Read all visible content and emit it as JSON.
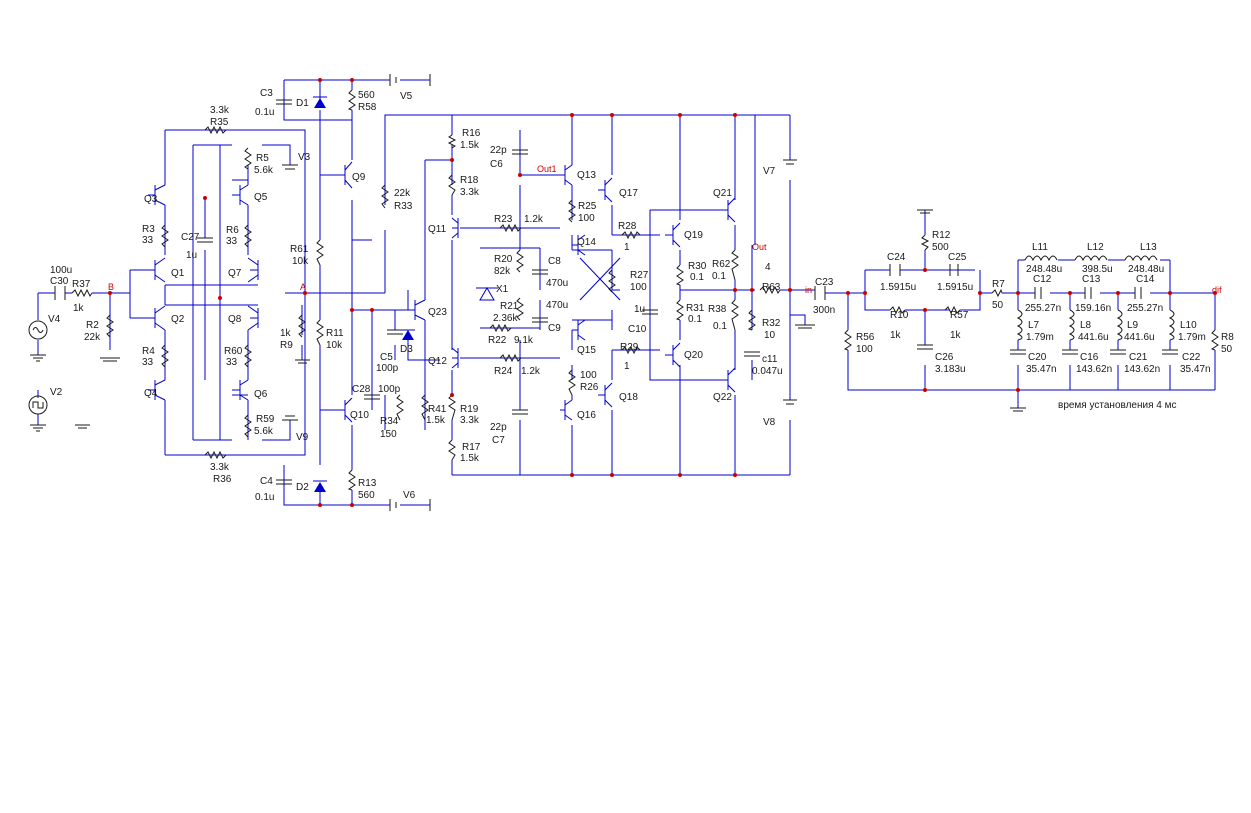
{
  "colors": {
    "wire": "#0000cc",
    "junction": "#cc0000",
    "text": "#1a1a1a",
    "background": "#ffffff"
  },
  "net_labels": {
    "b": "B",
    "a": "A",
    "out1": "Out1",
    "out": "Out",
    "in": "in",
    "dif": "dif"
  },
  "note": "время установления 4 мс",
  "sources": {
    "v4": "V4",
    "v2": "V2",
    "v3": "V3",
    "v9": "V9",
    "v5": "V5",
    "v6": "V6",
    "v7": "V7",
    "v8": "V8"
  },
  "transistors": {
    "q1": "Q1",
    "q2": "Q2",
    "q3": "Q3",
    "q4": "Q4",
    "q5": "Q5",
    "q6": "Q6",
    "q7": "Q7",
    "q8": "Q8",
    "q9": "Q9",
    "q10": "Q10",
    "q11": "Q11",
    "q12": "Q12",
    "q13": "Q13",
    "q14": "Q14",
    "q15": "Q15",
    "q16": "Q16",
    "q17": "Q17",
    "q18": "Q18",
    "q19": "Q19",
    "q20": "Q20",
    "q21": "Q21",
    "q22": "Q22",
    "q23": "Q23"
  },
  "diodes": {
    "d1": "D1",
    "d2": "D2",
    "d3": "D3",
    "x1": "X1"
  },
  "resistors": {
    "r37": {
      "name": "R37",
      "value": "1k"
    },
    "r2": {
      "name": "R2",
      "value": "22k"
    },
    "r35": {
      "name": "R35",
      "value": "3.3k"
    },
    "r36": {
      "name": "R36",
      "value": "3.3k"
    },
    "r3": {
      "name": "R3",
      "value": "33"
    },
    "r4": {
      "name": "R4",
      "value": "33"
    },
    "r5": {
      "name": "R5",
      "value": "5.6k"
    },
    "r6": {
      "name": "R6",
      "value": "33"
    },
    "r60": {
      "name": "R60",
      "value": "33"
    },
    "r59": {
      "name": "R59",
      "value": "5.6k"
    },
    "r58": {
      "name": "R58",
      "value": "560"
    },
    "r13": {
      "name": "R13",
      "value": "560"
    },
    "r61": {
      "name": "R61",
      "value": "10k"
    },
    "r11": {
      "name": "R11",
      "value": "10k"
    },
    "r9": {
      "name": "R9",
      "value": "1k"
    },
    "r33": {
      "name": "R33",
      "value": "22k"
    },
    "r34": {
      "name": "R34",
      "value": "150"
    },
    "r41": {
      "name": "R41",
      "value": "1.5k"
    },
    "r16": {
      "name": "R16",
      "value": "1.5k"
    },
    "r18": {
      "name": "R18",
      "value": "3.3k"
    },
    "r19": {
      "name": "R19",
      "value": "3.3k"
    },
    "r17": {
      "name": "R17",
      "value": "1.5k"
    },
    "r23": {
      "name": "R23",
      "value": "1.2k"
    },
    "r24": {
      "name": "R24",
      "value": "1.2k"
    },
    "r20": {
      "name": "R20",
      "value": "82k"
    },
    "r21": {
      "name": "R21",
      "value": "2.36k"
    },
    "r22": {
      "name": "R22",
      "value": "9.1k"
    },
    "r25": {
      "name": "R25",
      "value": "100"
    },
    "r26": {
      "name": "R26",
      "value": "100"
    },
    "r27": {
      "name": "R27",
      "value": "100"
    },
    "r28": {
      "name": "R28",
      "value": "1"
    },
    "r29": {
      "name": "R29",
      "value": "1"
    },
    "r30": {
      "name": "R30",
      "value": "0.1"
    },
    "r31": {
      "name": "R31",
      "value": "0.1"
    },
    "r62": {
      "name": "R62",
      "value": "0.1"
    },
    "r38": {
      "name": "R38",
      "value": "0.1"
    },
    "r32": {
      "name": "R32",
      "value": "10"
    },
    "r63": {
      "name": "R63",
      "value": "4"
    },
    "r56": {
      "name": "R56",
      "value": "100"
    },
    "r12": {
      "name": "R12",
      "value": "500"
    },
    "r10": {
      "name": "R10",
      "value": "1k"
    },
    "r57": {
      "name": "R57",
      "value": "1k"
    },
    "r7": {
      "name": "R7",
      "value": "50"
    },
    "r8": {
      "name": "R8",
      "value": "50"
    }
  },
  "capacitors": {
    "c30": {
      "name": "C30",
      "value": "100u"
    },
    "c3": {
      "name": "C3",
      "value": "0.1u"
    },
    "c4": {
      "name": "C4",
      "value": "0.1u"
    },
    "c27": {
      "name": "C27",
      "value": "1u"
    },
    "c28": {
      "name": "C28",
      "value": "100p"
    },
    "c5": {
      "name": "C5",
      "value": "100p"
    },
    "c6": {
      "name": "C6",
      "value": "22p"
    },
    "c7": {
      "name": "C7",
      "value": "22p"
    },
    "c8": {
      "name": "C8",
      "value": "470u"
    },
    "c9": {
      "name": "C9",
      "value": "470u"
    },
    "c10": {
      "name": "C10",
      "value": "1u"
    },
    "c11": {
      "name": "c11",
      "value": "0.047u"
    },
    "c23": {
      "name": "C23",
      "value": "300n"
    },
    "c24": {
      "name": "C24",
      "value": "1.5915u"
    },
    "c25": {
      "name": "C25",
      "value": "1.5915u"
    },
    "c26": {
      "name": "C26",
      "value": "3.183u"
    },
    "c12": {
      "name": "C12",
      "value": "255.27n"
    },
    "c13": {
      "name": "C13",
      "value": "159.16n"
    },
    "c14": {
      "name": "C14",
      "value": "255.27n"
    },
    "c20": {
      "name": "C20",
      "value": "35.47n"
    },
    "c16": {
      "name": "C16",
      "value": "143.62n"
    },
    "c21": {
      "name": "C21",
      "value": "143.62n"
    },
    "c22": {
      "name": "C22",
      "value": "35.47n"
    }
  },
  "inductors": {
    "l11": {
      "name": "L11",
      "value": "248.48u"
    },
    "l12": {
      "name": "L12",
      "value": "398.5u"
    },
    "l13": {
      "name": "L13",
      "value": "248.48u"
    },
    "l7": {
      "name": "L7",
      "value": "1.79m"
    },
    "l8": {
      "name": "L8",
      "value": "441.6u"
    },
    "l9": {
      "name": "L9",
      "value": "441.6u"
    },
    "l10": {
      "name": "L10",
      "value": "1.79m"
    }
  }
}
